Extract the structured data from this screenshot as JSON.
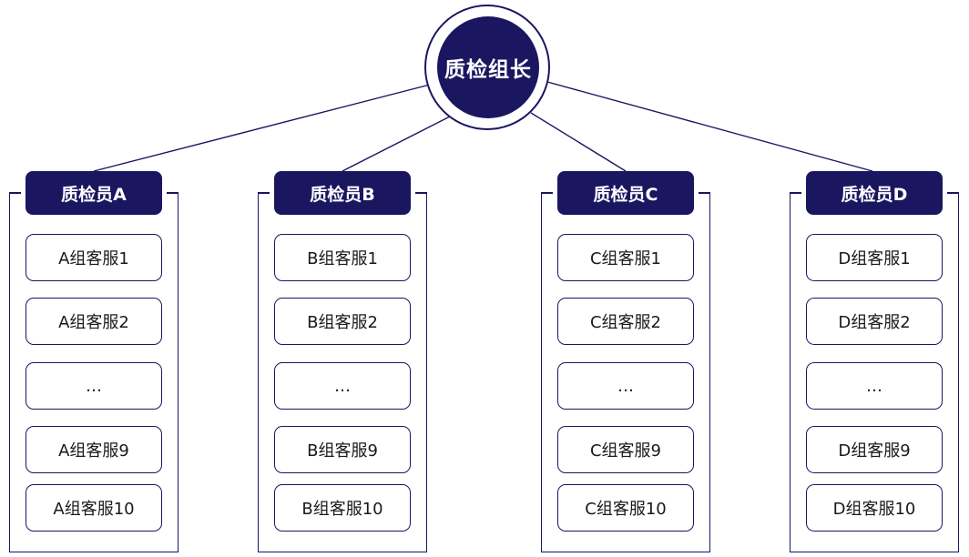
{
  "colors": {
    "primary": "#1b1660",
    "background": "#ffffff",
    "text_dark": "#1a1a1a",
    "text_light": "#ffffff"
  },
  "leader": {
    "label": "质检组长"
  },
  "groups": [
    {
      "inspector": "质检员A",
      "members": [
        "A组客服1",
        "A组客服2",
        "…",
        "A组客服9",
        "A组客服10"
      ]
    },
    {
      "inspector": "质检员B",
      "members": [
        "B组客服1",
        "B组客服2",
        "…",
        "B组客服9",
        "B组客服10"
      ]
    },
    {
      "inspector": "质检员C",
      "members": [
        "C组客服1",
        "C组客服2",
        "…",
        "C组客服9",
        "C组客服10"
      ]
    },
    {
      "inspector": "质检员D",
      "members": [
        "D组客服1",
        "D组客服2",
        "…",
        "D组客服9",
        "D组客服10"
      ]
    }
  ]
}
